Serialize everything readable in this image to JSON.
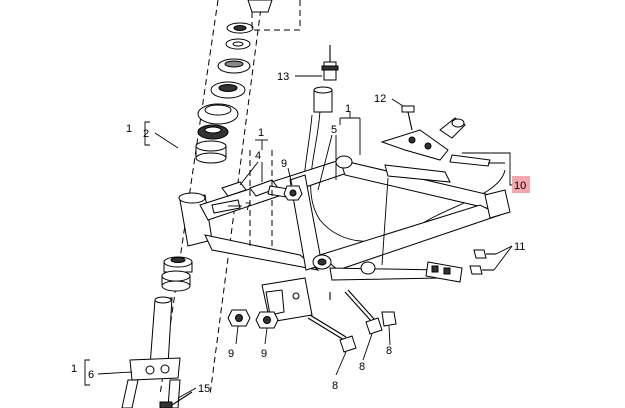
{
  "callouts": {
    "n1_top_left": "1",
    "n2": "2",
    "n1_mid": "1",
    "n4": "4",
    "n7": "7",
    "n9_top": "9",
    "n13": "13",
    "n1_right": "1",
    "n5": "5",
    "n12": "12",
    "n10": "10",
    "n11": "11",
    "n9_a": "9",
    "n9_b": "9",
    "n8_a": "8",
    "n8_b": "8",
    "n8_c": "8",
    "n1_bottom": "1",
    "n6": "6",
    "n15": "15"
  },
  "colors": {
    "highlight": "#f4a7b0",
    "line": "#000000",
    "background": "#ffffff"
  }
}
